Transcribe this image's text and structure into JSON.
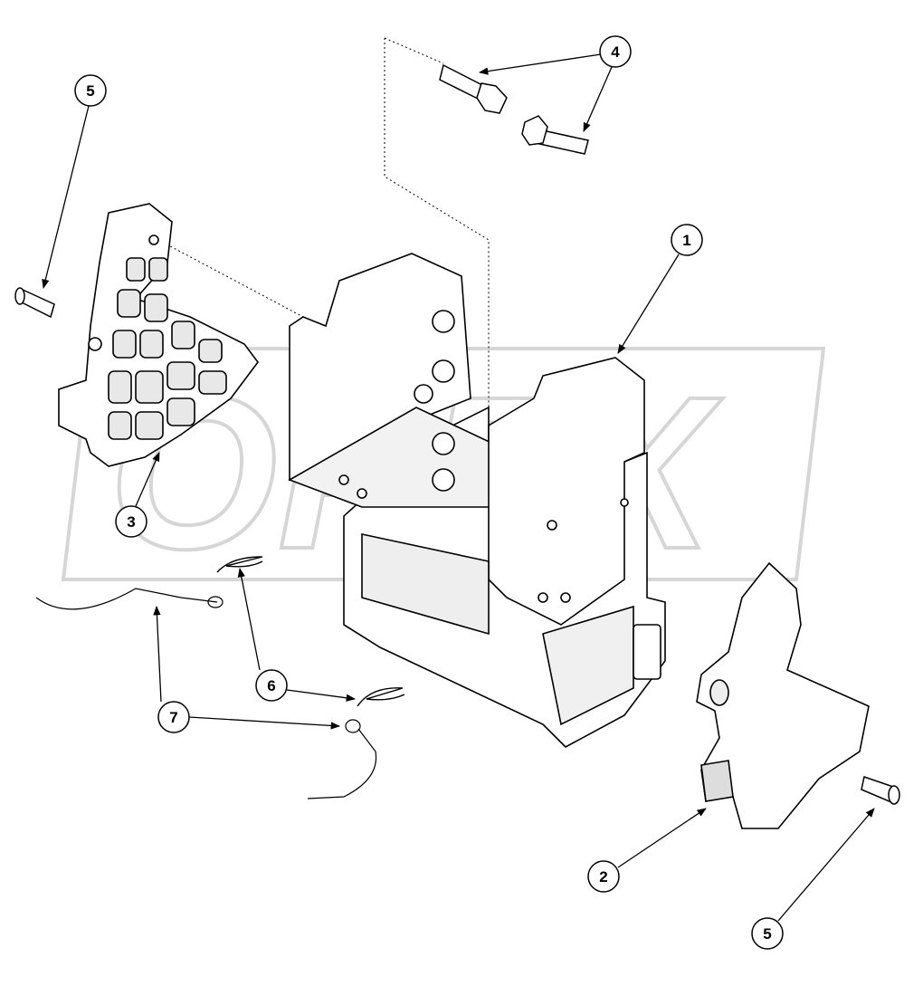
{
  "watermark": "OPEX",
  "colors": {
    "line": "#000000",
    "watermark": "#c8c8c8",
    "part_fill": "#ffffff",
    "shade": "#e6e6e6"
  },
  "callouts": [
    {
      "label": "5",
      "part": "clevis-pin-left"
    },
    {
      "label": "4",
      "part": "bolts"
    },
    {
      "label": "1",
      "part": "bracket-frame"
    },
    {
      "label": "3",
      "part": "ribbed-side-plate"
    },
    {
      "label": "6",
      "part": "hairpin-clips"
    },
    {
      "label": "7",
      "part": "lanyard-cables"
    },
    {
      "label": "2",
      "part": "side-cover"
    },
    {
      "label": "5",
      "part": "clevis-pin-right"
    }
  ]
}
